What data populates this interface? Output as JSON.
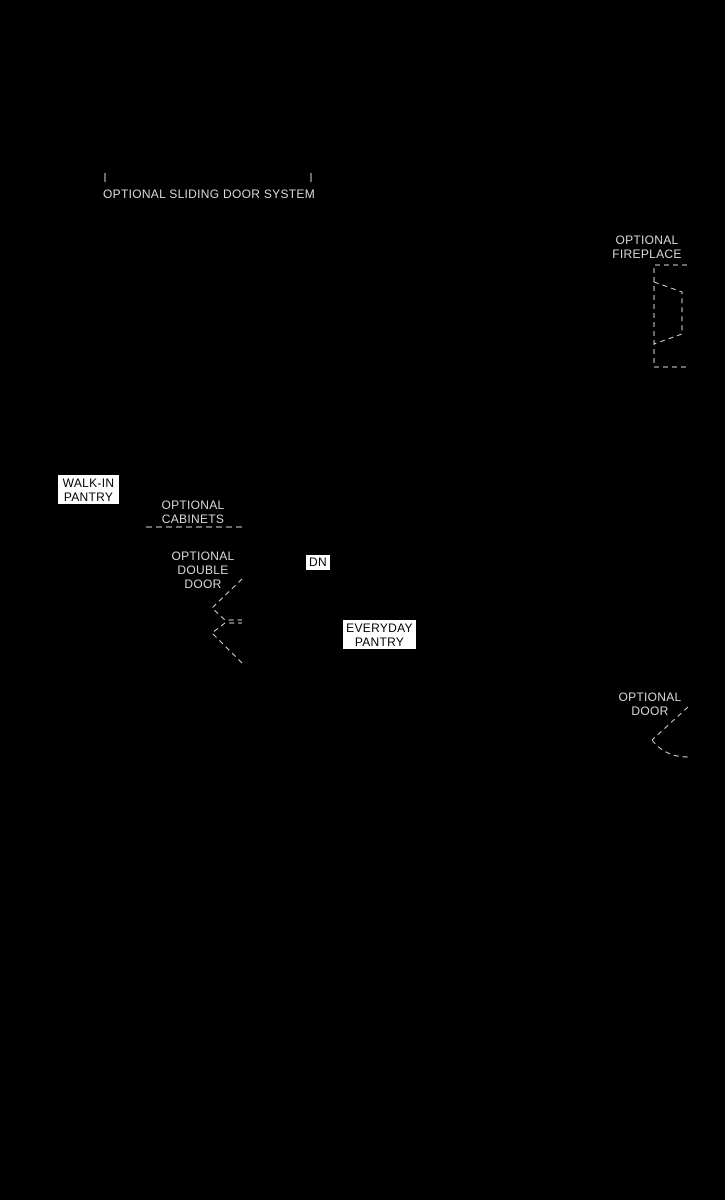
{
  "labels": {
    "sliding_door": "OPTIONAL SLIDING DOOR SYSTEM",
    "fireplace_line1": "OPTIONAL",
    "fireplace_line2": "FIREPLACE",
    "cabinets_line1": "OPTIONAL",
    "cabinets_line2": "CABINETS",
    "double_door_line1": "OPTIONAL",
    "double_door_line2": "DOUBLE",
    "double_door_line3": "DOOR",
    "door_line1": "OPTIONAL",
    "door_line2": "DOOR"
  },
  "rooms": {
    "walk_in_line1": "WALK-IN",
    "walk_in_line2": "PANTRY",
    "everyday_line1": "EVERYDAY",
    "everyday_line2": "PANTRY",
    "stairs_dn": "DN"
  },
  "colors": {
    "background": "#000000",
    "label_text": "#d9d9d9",
    "room_box": "#ffffff",
    "line": "#d9d9d9"
  }
}
